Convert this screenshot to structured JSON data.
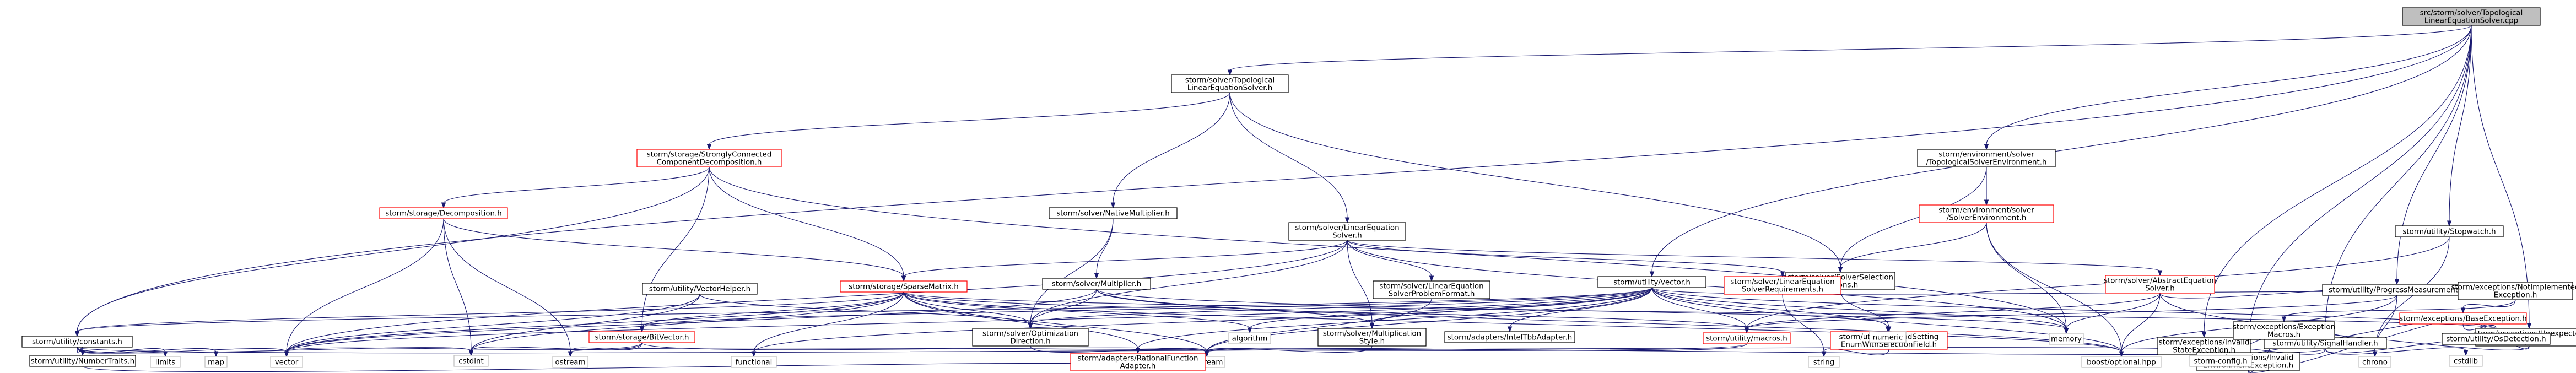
{
  "colors": {
    "edge": "#191970",
    "root_fill": "#bfbfbf",
    "text_black": "#000000",
    "text_red": "#ff0000",
    "border_black": "#000000",
    "border_red": "#ff0000",
    "border_grey": "#bfbfbf",
    "node_fill": "#ffffff"
  },
  "nodes": [
    {
      "id": "root",
      "lines": [
        "src/storm/solver/Topological",
        "LinearEquationSolver.cpp"
      ],
      "style": "root"
    },
    {
      "id": "tles_h",
      "lines": [
        "storm/solver/Topological",
        "LinearEquationSolver.h"
      ],
      "style": "black"
    },
    {
      "id": "env_topo",
      "lines": [
        "storm/environment/solver",
        "/TopologicalSolverEnvironment.h"
      ],
      "style": "black"
    },
    {
      "id": "stopwatch",
      "lines": [
        "storm/utility/Stopwatch.h"
      ],
      "style": "black"
    },
    {
      "id": "scc",
      "lines": [
        "storm/storage/StronglyConnected",
        "ComponentDecomposition.h"
      ],
      "style": "red"
    },
    {
      "id": "env_solver",
      "lines": [
        "storm/environment/solver",
        "/SolverEnvironment.h"
      ],
      "style": "red"
    },
    {
      "id": "decomp",
      "lines": [
        "storm/storage/Decomposition.h"
      ],
      "style": "red"
    },
    {
      "id": "native_mult",
      "lines": [
        "storm/solver/NativeMultiplier.h"
      ],
      "style": "black"
    },
    {
      "id": "les_h",
      "lines": [
        "storm/solver/LinearEquation",
        "Solver.h"
      ],
      "style": "black"
    },
    {
      "id": "solver_sel",
      "lines": [
        "storm/solver/SolverSelection",
        "Options.h"
      ],
      "style": "black"
    },
    {
      "id": "abstract_eq",
      "lines": [
        "storm/solver/AbstractEquation",
        "Solver.h"
      ],
      "style": "red"
    },
    {
      "id": "multiplier",
      "lines": [
        "storm/solver/Multiplier.h"
      ],
      "style": "black"
    },
    {
      "id": "vec_helper",
      "lines": [
        "storm/utility/VectorHelper.h"
      ],
      "style": "black"
    },
    {
      "id": "sparse",
      "lines": [
        "storm/storage/SparseMatrix.h"
      ],
      "style": "red"
    },
    {
      "id": "les_fmt",
      "lines": [
        "storm/solver/LinearEquation",
        "SolverProblemFormat.h"
      ],
      "style": "black"
    },
    {
      "id": "util_vector",
      "lines": [
        "storm/utility/vector.h"
      ],
      "style": "black"
    },
    {
      "id": "les_req",
      "lines": [
        "storm/solver/LinearEquation",
        "SolverRequirements.h"
      ],
      "style": "red"
    },
    {
      "id": "ext_setting",
      "lines": [
        "storm/utility/ExtendSetting",
        "EnumWithSelectionField.h"
      ],
      "style": "red"
    },
    {
      "id": "progress",
      "lines": [
        "storm/utility/ProgressMeasurement.h"
      ],
      "style": "black"
    },
    {
      "id": "not_impl",
      "lines": [
        "storm/exceptions/NotImplemented",
        "Exception.h"
      ],
      "style": "black"
    },
    {
      "id": "signal",
      "lines": [
        "storm/utility/SignalHandler.h"
      ],
      "style": "black"
    },
    {
      "id": "inv_state",
      "lines": [
        "storm/exceptions/Invalid",
        "StateException.h"
      ],
      "style": "black"
    },
    {
      "id": "inv_env",
      "lines": [
        "storm/exceptions/Invalid",
        "EnvironmentException.h"
      ],
      "style": "black"
    },
    {
      "id": "unexpected",
      "lines": [
        "storm/exceptions/Unexpected",
        "Exception.h"
      ],
      "style": "black"
    },
    {
      "id": "constants",
      "lines": [
        "storm/utility/constants.h"
      ],
      "style": "black"
    },
    {
      "id": "bitvector",
      "lines": [
        "storm/storage/BitVector.h"
      ],
      "style": "red"
    },
    {
      "id": "opt_dir",
      "lines": [
        "storm/solver/Optimization",
        "Direction.h"
      ],
      "style": "black"
    },
    {
      "id": "algorithm",
      "lines": [
        "algorithm"
      ],
      "style": "grey"
    },
    {
      "id": "mult_style",
      "lines": [
        "storm/solver/Multiplication",
        "Style.h"
      ],
      "style": "black"
    },
    {
      "id": "intel_tbb",
      "lines": [
        "storm/adapters/IntelTbbAdapter.h"
      ],
      "style": "black"
    },
    {
      "id": "macros",
      "lines": [
        "storm/utility/macros.h"
      ],
      "style": "red"
    },
    {
      "id": "numeric",
      "lines": [
        "numeric"
      ],
      "style": "grey"
    },
    {
      "id": "memory",
      "lines": [
        "memory"
      ],
      "style": "grey"
    },
    {
      "id": "number_traits",
      "lines": [
        "storm/utility/NumberTraits.h"
      ],
      "style": "black"
    },
    {
      "id": "limits",
      "lines": [
        "limits"
      ],
      "style": "grey"
    },
    {
      "id": "map",
      "lines": [
        "map"
      ],
      "style": "grey"
    },
    {
      "id": "vector",
      "lines": [
        "vector"
      ],
      "style": "grey"
    },
    {
      "id": "cstdint",
      "lines": [
        "cstdint"
      ],
      "style": "grey"
    },
    {
      "id": "ostream",
      "lines": [
        "ostream"
      ],
      "style": "grey"
    },
    {
      "id": "functional",
      "lines": [
        "functional"
      ],
      "style": "grey"
    },
    {
      "id": "iostream",
      "lines": [
        "iostream"
      ],
      "style": "grey"
    },
    {
      "id": "string",
      "lines": [
        "string"
      ],
      "style": "grey"
    },
    {
      "id": "boost_opt",
      "lines": [
        "boost/optional.hpp"
      ],
      "style": "grey"
    },
    {
      "id": "storm_config",
      "lines": [
        "storm-config.h"
      ],
      "style": "grey"
    },
    {
      "id": "chrono",
      "lines": [
        "chrono"
      ],
      "style": "grey"
    },
    {
      "id": "cstdlib",
      "lines": [
        "cstdlib"
      ],
      "style": "grey"
    },
    {
      "id": "exc_macros",
      "lines": [
        "storm/exceptions/Exception",
        "Macros.h"
      ],
      "style": "black"
    },
    {
      "id": "base_exc",
      "lines": [
        "storm/exceptions/BaseException.h"
      ],
      "style": "red"
    },
    {
      "id": "os_detect",
      "lines": [
        "storm/utility/OsDetection.h"
      ],
      "style": "black"
    },
    {
      "id": "rational_fn",
      "lines": [
        "storm/adapters/RationalFunction",
        "Adapter.h"
      ],
      "style": "red"
    }
  ],
  "edges": [
    [
      "root",
      "tles_h"
    ],
    [
      "root",
      "env_topo"
    ],
    [
      "root",
      "util_vector"
    ],
    [
      "root",
      "stopwatch"
    ],
    [
      "root",
      "progress"
    ],
    [
      "root",
      "signal"
    ],
    [
      "root",
      "inv_state"
    ],
    [
      "root",
      "inv_env"
    ],
    [
      "root",
      "unexpected"
    ],
    [
      "root",
      "constants"
    ],
    [
      "tles_h",
      "scc"
    ],
    [
      "tles_h",
      "native_mult"
    ],
    [
      "tles_h",
      "les_h"
    ],
    [
      "tles_h",
      "solver_sel"
    ],
    [
      "env_topo",
      "env_solver"
    ],
    [
      "env_topo",
      "solver_sel"
    ],
    [
      "env_solver",
      "solver_sel"
    ],
    [
      "env_solver",
      "memory"
    ],
    [
      "env_solver",
      "boost_opt"
    ],
    [
      "scc",
      "decomp"
    ],
    [
      "scc",
      "sparse"
    ],
    [
      "scc",
      "constants"
    ],
    [
      "scc",
      "bitvector"
    ],
    [
      "scc",
      "memory"
    ],
    [
      "decomp",
      "sparse"
    ],
    [
      "decomp",
      "vector"
    ],
    [
      "decomp",
      "cstdint"
    ],
    [
      "decomp",
      "ostream"
    ],
    [
      "native_mult",
      "multiplier"
    ],
    [
      "native_mult",
      "opt_dir"
    ],
    [
      "les_h",
      "les_fmt"
    ],
    [
      "les_h",
      "les_req"
    ],
    [
      "les_h",
      "abstract_eq"
    ],
    [
      "les_h",
      "sparse"
    ],
    [
      "les_h",
      "mult_style"
    ],
    [
      "les_h",
      "vector"
    ],
    [
      "les_h",
      "memory"
    ],
    [
      "les_h",
      "opt_dir"
    ],
    [
      "solver_sel",
      "ext_setting"
    ],
    [
      "abstract_eq",
      "memory"
    ],
    [
      "abstract_eq",
      "progress"
    ],
    [
      "abstract_eq",
      "chrono"
    ],
    [
      "abstract_eq",
      "boost_opt"
    ],
    [
      "abstract_eq",
      "macros"
    ],
    [
      "multiplier",
      "opt_dir"
    ],
    [
      "multiplier",
      "mult_style"
    ],
    [
      "multiplier",
      "vector"
    ],
    [
      "multiplier",
      "memory"
    ],
    [
      "multiplier",
      "boost_opt"
    ],
    [
      "vec_helper",
      "opt_dir"
    ],
    [
      "vec_helper",
      "vector"
    ],
    [
      "vec_helper",
      "cstdint"
    ],
    [
      "sparse",
      "bitvector"
    ],
    [
      "sparse",
      "constants"
    ],
    [
      "sparse",
      "macros"
    ],
    [
      "sparse",
      "opt_dir"
    ],
    [
      "sparse",
      "algorithm"
    ],
    [
      "sparse",
      "iostream"
    ],
    [
      "sparse",
      "vector"
    ],
    [
      "sparse",
      "cstdint"
    ],
    [
      "sparse",
      "boost_opt"
    ],
    [
      "sparse",
      "rational_fn"
    ],
    [
      "sparse",
      "os_detect"
    ],
    [
      "sparse",
      "functional"
    ],
    [
      "les_fmt",
      "iostream"
    ],
    [
      "les_req",
      "string"
    ],
    [
      "util_vector",
      "constants"
    ],
    [
      "util_vector",
      "bitvector"
    ],
    [
      "util_vector",
      "opt_dir"
    ],
    [
      "util_vector",
      "algorithm"
    ],
    [
      "util_vector",
      "mult_style"
    ],
    [
      "util_vector",
      "intel_tbb"
    ],
    [
      "util_vector",
      "macros"
    ],
    [
      "util_vector",
      "numeric"
    ],
    [
      "util_vector",
      "memory"
    ],
    [
      "util_vector",
      "iostream"
    ],
    [
      "util_vector",
      "functional"
    ],
    [
      "util_vector",
      "boost_opt"
    ],
    [
      "util_vector",
      "rational_fn"
    ],
    [
      "util_vector",
      "not_impl"
    ],
    [
      "util_vector",
      "vector"
    ],
    [
      "util_vector",
      "os_detect"
    ],
    [
      "ext_setting",
      "string"
    ],
    [
      "progress",
      "chrono"
    ],
    [
      "progress",
      "boost_opt"
    ],
    [
      "progress",
      "macros"
    ],
    [
      "stopwatch",
      "chrono"
    ],
    [
      "stopwatch",
      "macros"
    ],
    [
      "not_impl",
      "exc_macros"
    ],
    [
      "not_impl",
      "base_exc"
    ],
    [
      "signal",
      "cstdlib"
    ],
    [
      "signal",
      "storm_config"
    ],
    [
      "signal",
      "os_detect"
    ],
    [
      "signal",
      "iostream"
    ],
    [
      "inv_state",
      "exc_macros"
    ],
    [
      "inv_state",
      "base_exc"
    ],
    [
      "inv_env",
      "exc_macros"
    ],
    [
      "inv_env",
      "base_exc"
    ],
    [
      "unexpected",
      "exc_macros"
    ],
    [
      "unexpected",
      "base_exc"
    ],
    [
      "base_exc",
      "os_detect"
    ],
    [
      "constants",
      "number_traits"
    ],
    [
      "constants",
      "limits"
    ],
    [
      "constants",
      "map"
    ],
    [
      "constants",
      "vector"
    ],
    [
      "constants",
      "cstdint"
    ],
    [
      "constants",
      "storm_config"
    ],
    [
      "number_traits",
      "rational_fn"
    ],
    [
      "bitvector",
      "cstdint"
    ],
    [
      "bitvector",
      "ostream"
    ],
    [
      "bitvector",
      "vector"
    ],
    [
      "bitvector",
      "iostream"
    ],
    [
      "opt_dir",
      "iostream"
    ],
    [
      "mult_style",
      "iostream"
    ],
    [
      "macros",
      "iostream"
    ],
    [
      "macros",
      "ostream"
    ]
  ]
}
